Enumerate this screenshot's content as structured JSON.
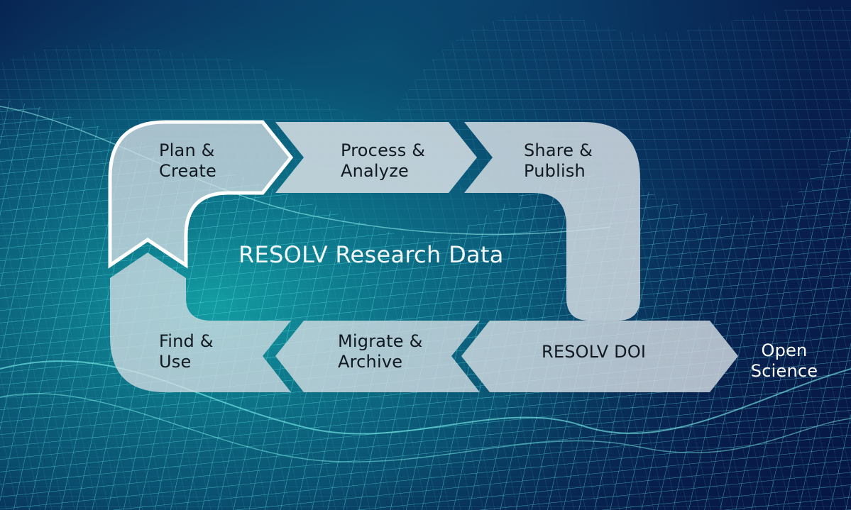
{
  "diagram": {
    "title": "RESOLV Research Data",
    "steps": [
      {
        "id": "plan",
        "label": "Plan &\nCreate"
      },
      {
        "id": "process",
        "label": "Process &\nAnalyze"
      },
      {
        "id": "share",
        "label": "Share &\nPublish"
      },
      {
        "id": "doi",
        "label": "RESOLV DOI"
      },
      {
        "id": "migrate",
        "label": "Migrate &\nArchive"
      },
      {
        "id": "find",
        "label": "Find &\nUse"
      }
    ],
    "outcome": {
      "label": "Open\nScience"
    },
    "flow": [
      "Plan & Create",
      "Process & Analyze",
      "Share & Publish",
      "RESOLV DOI",
      "Open Science"
    ],
    "loop": [
      "RESOLV DOI",
      "Migrate & Archive",
      "Find & Use",
      "Plan & Create"
    ]
  },
  "colors": {
    "background_dark": "#061644",
    "background_teal": "#0a7f8c",
    "wireframe": "#5fe6e6",
    "arrow_fill": "#d4dde3",
    "arrow_outline": "#ffffff",
    "label_text": "#111820",
    "title_text": "#f2f7fa"
  }
}
